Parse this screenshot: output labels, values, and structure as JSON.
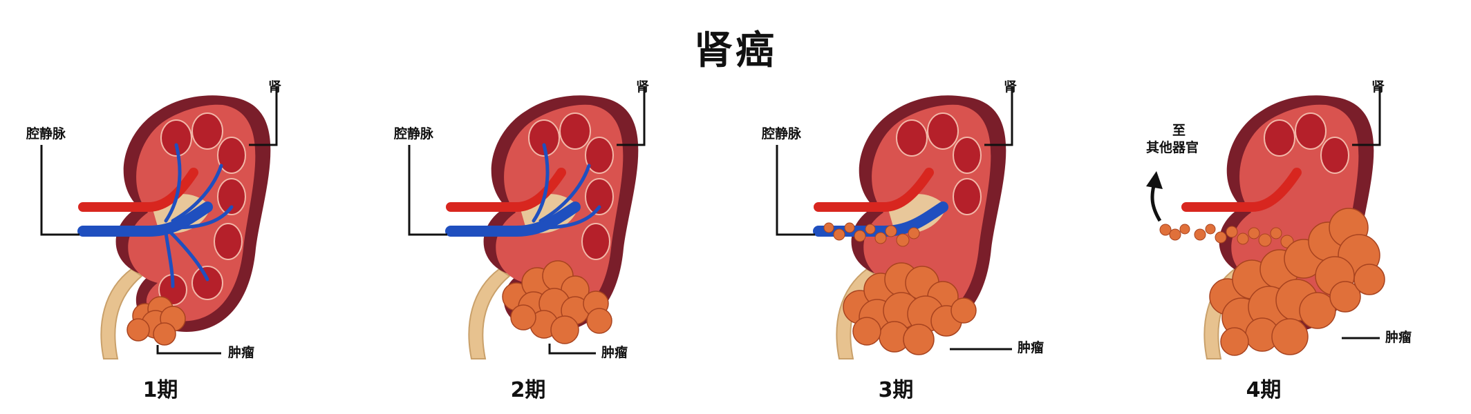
{
  "title": "肾癌",
  "labels": {
    "kidney": "肾",
    "vena_cava": "腔静脉",
    "tumor": "肿瘤",
    "to_other_organs_line1": "至",
    "to_other_organs_line2": "其他器官"
  },
  "stages": [
    {
      "label": "1期"
    },
    {
      "label": "2期"
    },
    {
      "label": "3期"
    },
    {
      "label": "4期"
    }
  ],
  "colors": {
    "kidney_capsule": "#7a1e2a",
    "kidney_cortex": "#d9534f",
    "medulla": "#b5202a",
    "pelvis": "#e8c79a",
    "artery": "#d8261f",
    "vein": "#1f4fbf",
    "tumor": "#e0703a",
    "ureter": "#e7c28f",
    "leader": "#111111"
  }
}
